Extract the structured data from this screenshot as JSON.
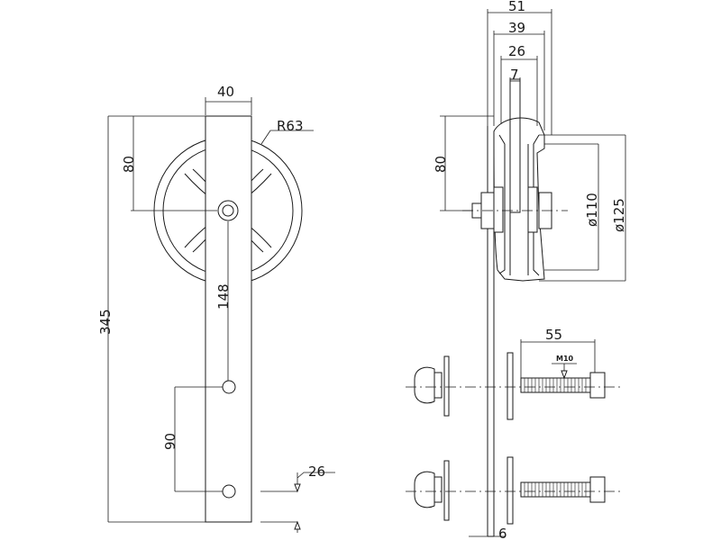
{
  "drawing": {
    "dims": {
      "flat_width": "40",
      "radius": "R63",
      "top_to_axle": "80",
      "overall_height": "345",
      "axle_to_hole": "148",
      "hole_spacing": "90",
      "hole_to_bottom": "26",
      "side_width_total": "51",
      "side_width_mid": "39",
      "side_width_inner": "26",
      "side_groove": "7",
      "side_top_to_axle": "80",
      "wheel_inner_dia": "ø110",
      "wheel_outer_dia": "ø125",
      "bolt_length": "55",
      "bolt_thread": "M10",
      "plate_thickness": "6"
    }
  }
}
